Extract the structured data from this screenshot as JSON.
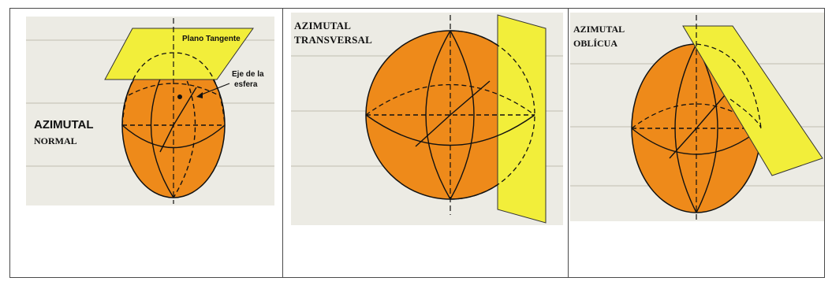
{
  "colors": {
    "sphere": "#ee8a1a",
    "plane": "#f2ee3a",
    "scan_background": "#ecebe4",
    "line": "#111111",
    "border": "#4a4a4a"
  },
  "panels": [
    {
      "id": "normal",
      "title": "AZIMUTAL",
      "subtitle": "NORMAL",
      "annotations": {
        "plane_label": "Plano Tangente",
        "axis_label_line1": "Eje de la",
        "axis_label_line2": "esfera"
      }
    },
    {
      "id": "transversal",
      "title": "AZIMUTAL",
      "subtitle": "TRANSVERSAL"
    },
    {
      "id": "oblicua",
      "title": "AZIMUTAL",
      "subtitle": "OBLÍCUA"
    }
  ]
}
